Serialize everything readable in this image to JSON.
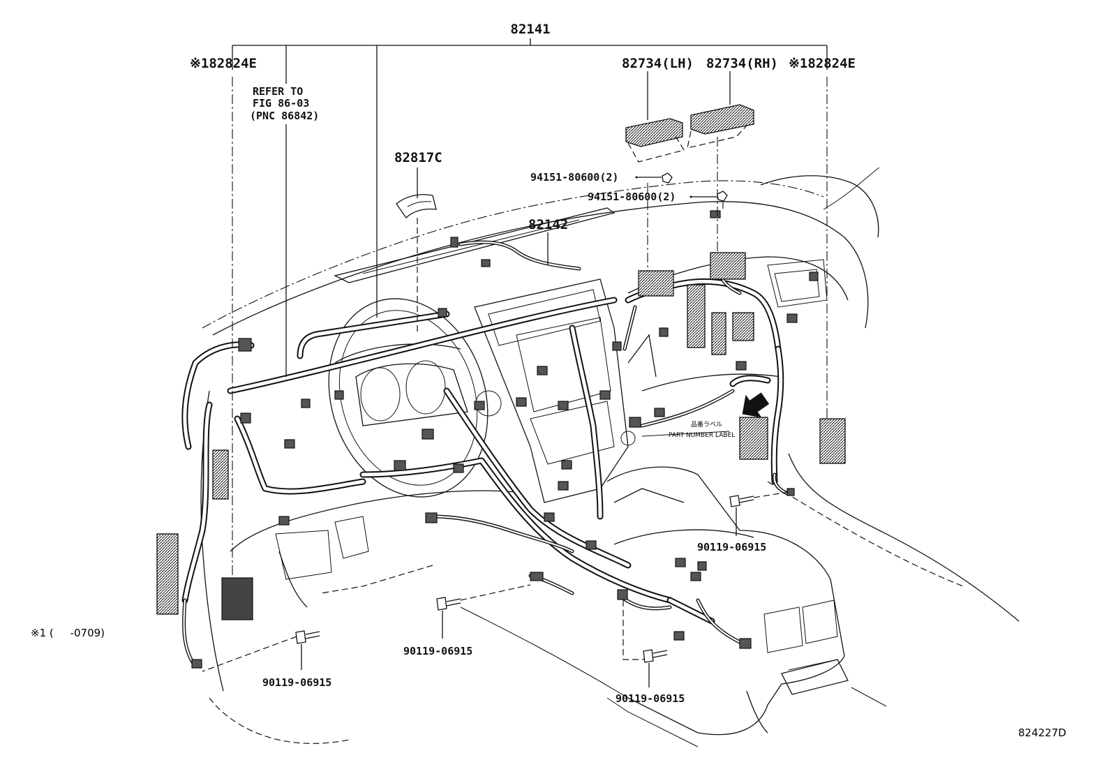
{
  "diagram": {
    "labels": {
      "main_harness": "82141",
      "ref_left": "※182824E",
      "ref_right": "※182824E",
      "refer_line1": "REFER TO",
      "refer_line2": "FIG 86-03",
      "refer_line3": "(PNC 86842)",
      "clamp": "82817C",
      "sub_harness": "82142",
      "relay_lh": "82734(LH)",
      "relay_rh": "82734(RH)",
      "nut_upper": "94151-80600(2)",
      "nut_lower": "94151-80600(2)",
      "bolt_right": "90119-06915",
      "bolt_center": "90119-06915",
      "bolt_left": "90119-06915",
      "bolt_bottom": "90119-06915",
      "label_jp": "品番ラベル",
      "label_en": "PART NUMBER LABEL",
      "footnote": "※1 (     -0709)",
      "figure_code": "824227D"
    }
  }
}
